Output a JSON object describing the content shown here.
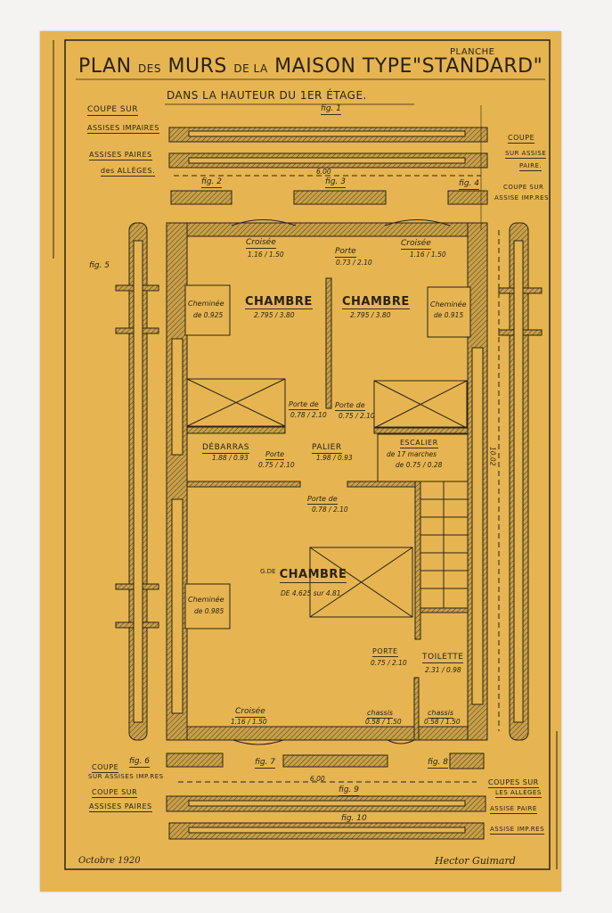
{
  "header": {
    "planche": "PLANCHE",
    "title_a": "PLAN",
    "title_b": "DES",
    "title_c": "MURS",
    "title_d": "DE LA",
    "title_e": "MAISON TYPE",
    "title_f": "\"STANDARD\"",
    "subtitle": "DANS LA HAUTEUR DU 1ER ÉTAGE."
  },
  "top_sections": {
    "coupe_sur": "COUPE SUR",
    "assises_impaires": "ASSISES IMPAIRES",
    "fig1": "fig. 1",
    "assises_paires": "ASSISES PAIRES",
    "des_alleges": "des ALLÈGES.",
    "coupe": "COUPE",
    "sur_assise": "SUR ASSISE",
    "paire": "PAIRE.",
    "coupe_sur_r": "COUPE SUR",
    "assise_imp": "ASSISE IMP.RES",
    "width": "6.00",
    "fig2": "fig. 2",
    "fig3": "fig. 3",
    "fig4": "fig. 4",
    "fig5": "fig. 5"
  },
  "rooms": {
    "croisee_1": "Croisée",
    "croisee_1_dim": "1.16 / 1.50",
    "porte_top": "Porte",
    "porte_top_dim": "0.73 / 2.10",
    "croisee_2": "Croisée",
    "croisee_2_dim": "1.16 / 1.50",
    "cheminee_1": "Cheminée",
    "cheminee_1_dim": "de 0.925",
    "chambre_1": "CHAMBRE",
    "chambre_1_dim": "2.795 / 3.80",
    "chambre_2": "CHAMBRE",
    "chambre_2_dim": "2.795 / 3.80",
    "cheminee_2": "Cheminée",
    "cheminee_2_dim": "de 0.915",
    "porte_de_1": "Porte de",
    "porte_de_1_dim": "0.78 / 2.10",
    "porte_de_2": "Porte de",
    "porte_de_2_dim": "0.75 / 2.10",
    "debarras": "DÉBARRAS",
    "debarras_dim": "1.88 / 0.93",
    "porte_deb": "Porte",
    "porte_deb_dim": "0.75 / 2.10",
    "palier": "PALIER",
    "palier_dim": "1.98 / 0.93",
    "escalier": "ESCALIER",
    "escalier_l2": "de 17 marches",
    "escalier_l3": "de 0.75 / 0.28",
    "porte_de_3": "Porte de",
    "porte_de_3_dim": "0.78 / 2.10",
    "grande_chambre_pre": "G.DE",
    "grande_chambre": "CHAMBRE",
    "grande_chambre_dim": "DE 4.625 sur 4.81",
    "cheminee_3": "Cheminée",
    "cheminee_3_dim": "de 0.985",
    "porte_toil": "PORTE",
    "porte_toil_dim": "0.75 / 2.10",
    "toilette": "TOILETTE",
    "toilette_dim": "2.31 / 0.98",
    "croisee_3": "Croisée",
    "croisee_3_dim": "1.16 / 1.50",
    "chassis_1": "chassis",
    "chassis_1_dim": "0.58 / 1.50",
    "chassis_2": "chassis",
    "chassis_2_dim": "0.58 / 1.50",
    "depth": "10.02"
  },
  "bottom_sections": {
    "fig6": "fig. 6",
    "coupe": "COUPE",
    "sur_assises_imp": "SUR ASSISES IMP.RES",
    "coupe_sur": "COUPE SUR",
    "assises_paires": "ASSISES PAIRES",
    "fig7": "fig. 7",
    "fig8": "fig. 8",
    "width": "6.00",
    "fig9": "fig. 9",
    "fig10": "fig. 10",
    "coupes_sur": "COUPES SUR",
    "les_alleges": "LES ALLÈGES",
    "assise_paire": "ASSISE PAIRE",
    "assise_imp": "ASSISE IMP.RES"
  },
  "footer": {
    "date": "Octobre 1920",
    "signature": "Hector Guimard"
  },
  "colors": {
    "paper": "#e6b551",
    "ink": "#2a2216"
  }
}
